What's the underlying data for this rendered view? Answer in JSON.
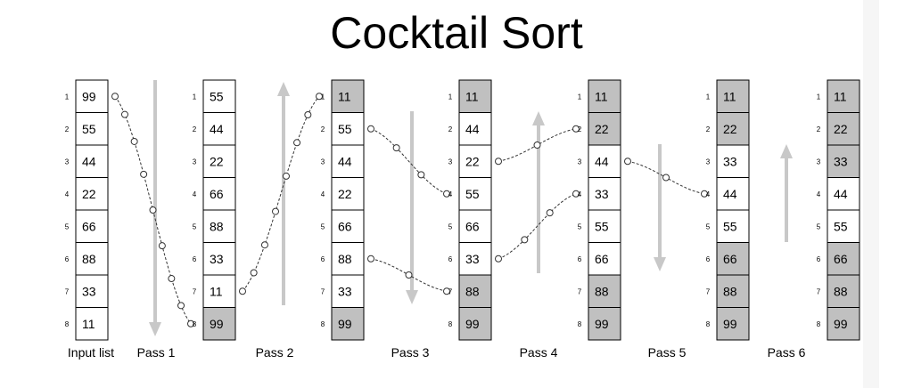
{
  "title": "Cocktail Sort",
  "colors": {
    "sorted_fill": "#c0c0c0",
    "unsorted_fill": "#ffffff",
    "arrow": "#c8c8c8",
    "connector": "#333333"
  },
  "indices": [
    "1",
    "2",
    "3",
    "4",
    "5",
    "6",
    "7",
    "8"
  ],
  "columns": [
    {
      "values": [
        "99",
        "55",
        "44",
        "22",
        "66",
        "88",
        "33",
        "11"
      ],
      "sorted": [
        false,
        false,
        false,
        false,
        false,
        false,
        false,
        false
      ]
    },
    {
      "values": [
        "55",
        "44",
        "22",
        "66",
        "88",
        "33",
        "11",
        "99"
      ],
      "sorted": [
        false,
        false,
        false,
        false,
        false,
        false,
        false,
        true
      ]
    },
    {
      "values": [
        "11",
        "55",
        "44",
        "22",
        "66",
        "88",
        "33",
        "99"
      ],
      "sorted": [
        true,
        false,
        false,
        false,
        false,
        false,
        false,
        true
      ]
    },
    {
      "values": [
        "11",
        "44",
        "22",
        "55",
        "66",
        "33",
        "88",
        "99"
      ],
      "sorted": [
        true,
        false,
        false,
        false,
        false,
        false,
        true,
        true
      ]
    },
    {
      "values": [
        "11",
        "22",
        "44",
        "33",
        "55",
        "66",
        "88",
        "99"
      ],
      "sorted": [
        true,
        true,
        false,
        false,
        false,
        false,
        true,
        true
      ]
    },
    {
      "values": [
        "11",
        "22",
        "33",
        "44",
        "55",
        "66",
        "88",
        "99"
      ],
      "sorted": [
        true,
        true,
        false,
        false,
        false,
        true,
        true,
        true
      ]
    },
    {
      "values": [
        "11",
        "22",
        "33",
        "44",
        "55",
        "66",
        "88",
        "99"
      ],
      "sorted": [
        true,
        true,
        true,
        false,
        false,
        true,
        true,
        true
      ]
    }
  ],
  "labels": [
    "Input list",
    "Pass 1",
    "Pass 2",
    "Pass 3",
    "Pass 4",
    "Pass 5",
    "Pass 6"
  ],
  "arrows": [
    {
      "direction": "down"
    },
    {
      "direction": "up"
    },
    {
      "direction": "down"
    },
    {
      "direction": "up"
    },
    {
      "direction": "down"
    },
    {
      "direction": "up"
    }
  ],
  "transitions": [
    {
      "from": 0,
      "to": 1,
      "moves": [
        [
          1,
          8
        ]
      ]
    },
    {
      "from": 1,
      "to": 2,
      "moves": [
        [
          7,
          1
        ]
      ]
    },
    {
      "from": 2,
      "to": 3,
      "moves": [
        [
          2,
          4
        ],
        [
          6,
          7
        ]
      ]
    },
    {
      "from": 3,
      "to": 4,
      "moves": [
        [
          3,
          2
        ],
        [
          6,
          4
        ]
      ]
    },
    {
      "from": 4,
      "to": 5,
      "moves": [
        [
          3,
          4
        ]
      ]
    }
  ]
}
